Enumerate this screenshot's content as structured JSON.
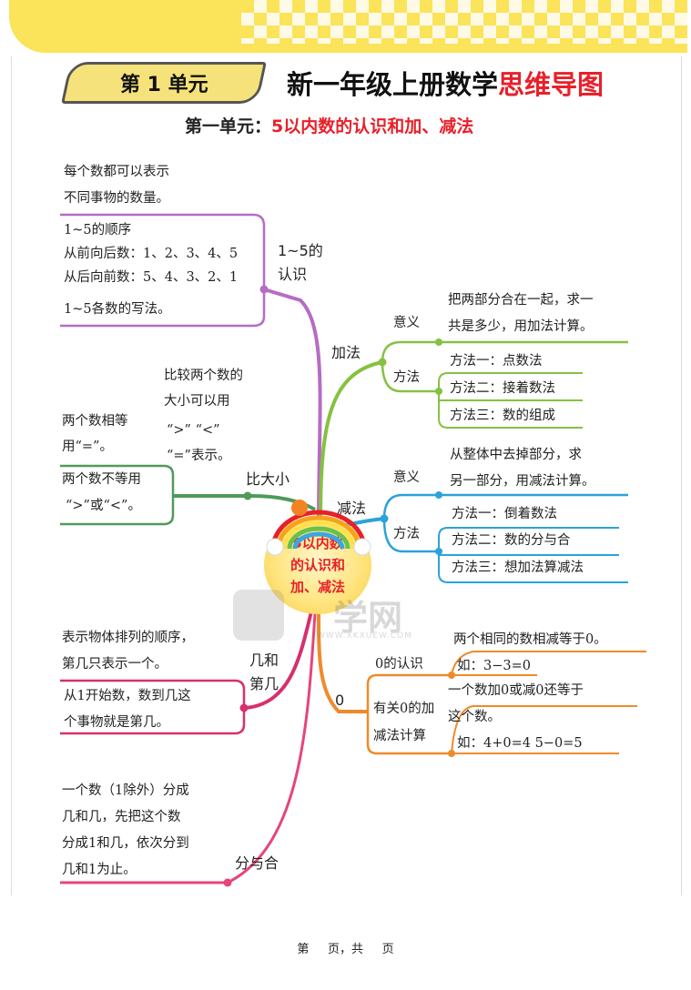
{
  "header": {
    "unit_badge": "第 1 单元",
    "title_main": "新一年级上册数学",
    "title_highlight": "思维导图"
  },
  "subtitle": {
    "prefix": "第一单元：",
    "highlight": "5以内数的认识和加、减法"
  },
  "center": {
    "line1": "5以内数",
    "line2": "的认识和",
    "line3": "加、减法"
  },
  "branches": {
    "recognize": {
      "label_line1": "1~5的",
      "label_line2": "认识",
      "notes": [
        "每个数都可以表示",
        "不同事物的数量。",
        "1~5的顺序",
        "从前向后数：1、2、3、4、5",
        "从后向前数：5、4、3、2、1",
        "1~5各数的写法。"
      ]
    },
    "compare": {
      "label": "比大小",
      "notes": [
        "比较两个数的",
        "大小可以用",
        "“>” “<”",
        "“=”表示。",
        "两个数相等",
        "用“=”。",
        "两个数不等用",
        "“>”或“<”。"
      ]
    },
    "ordinal": {
      "label_line1": "几和",
      "label_line2": "第几",
      "notes": [
        "表示物体排列的顺序，",
        "第几只表示一个。",
        "从1开始数，数到几这",
        "个事物就是第几。"
      ]
    },
    "compose": {
      "label": "分与合",
      "notes": [
        "一个数（1除外）分成",
        "几和几，先把这个数",
        "分成1和几，依次分到",
        "几和1为止。"
      ]
    },
    "addition": {
      "label": "加法",
      "meaning_label": "意义",
      "meaning": [
        "把两部分合在一起，求一",
        "共是多少，用加法计算。"
      ],
      "method_label": "方法",
      "methods": [
        "方法一：点数法",
        "方法二：接着数法",
        "方法三：数的组成"
      ]
    },
    "subtraction": {
      "label": "减法",
      "meaning_label": "意义",
      "meaning": [
        "从整体中去掉部分，求",
        "另一部分，用减法计算。"
      ],
      "method_label": "方法",
      "methods": [
        "方法一：倒着数法",
        "方法二：数的分与合",
        "方法三：想加法算减法"
      ]
    },
    "zero": {
      "label": "0",
      "recognize_label": "0的认识",
      "recognize_notes": [
        "两个相同的数相减等于0。",
        "如：3−3=0"
      ],
      "calc_label_line1": "有关0的加",
      "calc_label_line2": "减法计算",
      "calc_notes": [
        "一个数加0或减0还等于",
        "这个数。",
        "如：4+0=4     5−0=5"
      ]
    }
  },
  "watermark": {
    "text": "学网",
    "url_text": "WWW.XKXUEW.COM"
  },
  "footer": {
    "text": "第     页，共     页"
  },
  "colors": {
    "purple": "#b66cc4",
    "green": "#86c142",
    "dark_green": "#4f9a5b",
    "blue": "#2aa3d8",
    "magenta": "#d6306e",
    "orange": "#ef8a2a",
    "pink": "#e5457c",
    "red": "#e8202a",
    "yellow": "#fbe35a"
  }
}
